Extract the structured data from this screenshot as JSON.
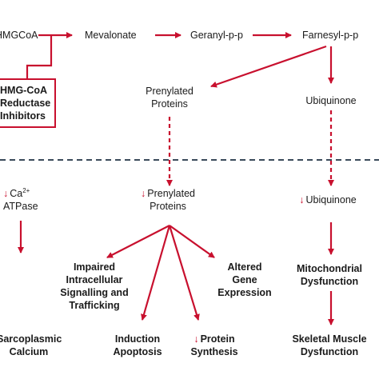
{
  "colors": {
    "arrow": "#c8102e",
    "divider": "#3a4a5a",
    "text": "#1a1a1a"
  },
  "pathway": {
    "hmgcoa": "HMGCoA",
    "mevalonate": "Mevalonate",
    "geranyl": "Geranyl-p-p",
    "farnesyl": "Farnesyl-p-p"
  },
  "inhibitor": {
    "line1": "HMG-CoA",
    "line2": "Reductase",
    "line3": "Inhibitors"
  },
  "upper": {
    "prenylated_l1": "Prenylated",
    "prenylated_l2": "Proteins",
    "ubiquinone": "Ubiquinone"
  },
  "lower": {
    "decrease_glyph": "↓",
    "ca_base": "Ca",
    "ca_charge": "2+",
    "atpase": "ATPase",
    "prenylated_l1": "Prenylated",
    "prenylated_l2": "Proteins",
    "ubiquinone": "Ubiquinone",
    "sarcoplasmic": "Sarcoplasmic",
    "calcium": "Calcium",
    "signalling": [
      "Impaired",
      "Intracellular",
      "Signalling and",
      "Trafficking"
    ],
    "gene_expression": [
      "Altered",
      "Gene",
      "Expression"
    ],
    "induction_apoptosis": [
      "Induction",
      "Apoptosis"
    ],
    "protein_l1": "Protein",
    "protein_l2": "Synthesis",
    "mitochondrial": [
      "Mitochondrial",
      "Dysfunction"
    ],
    "skeletal": [
      "Skeletal Muscle",
      "Dysfunction"
    ]
  }
}
